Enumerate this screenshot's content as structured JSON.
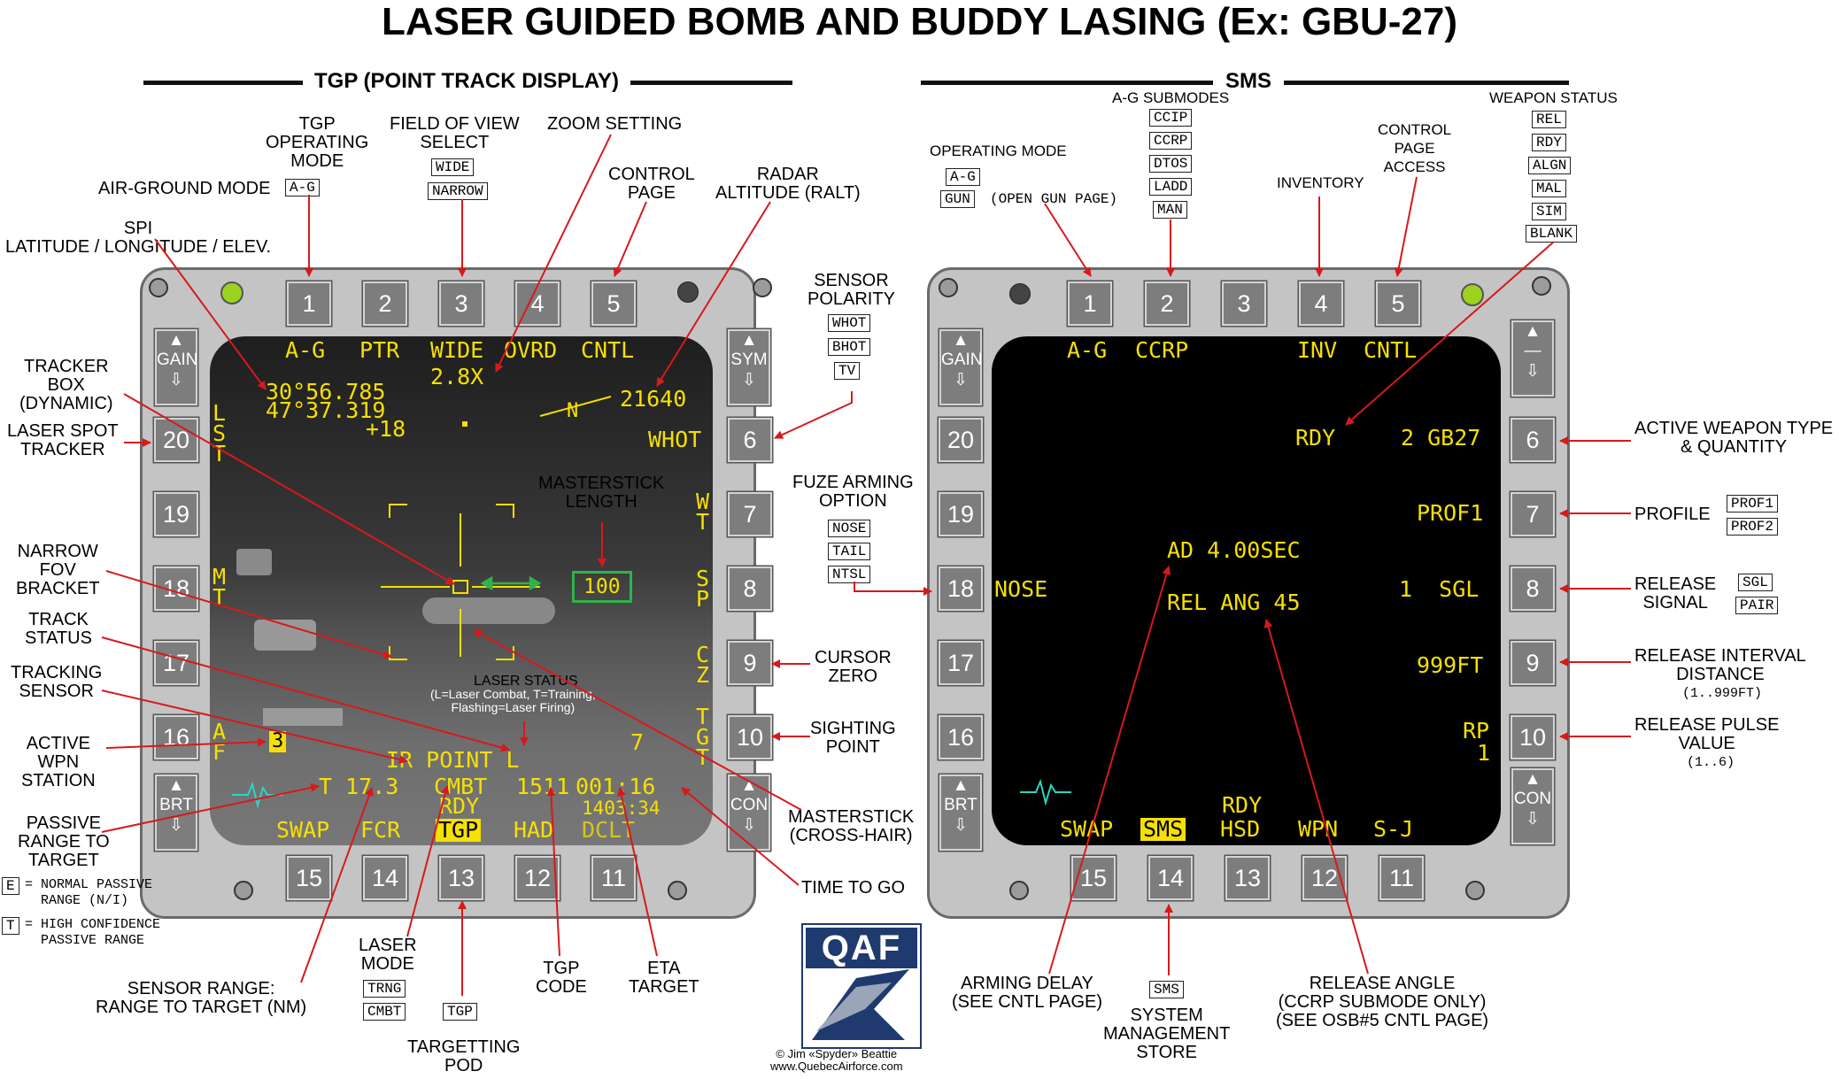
{
  "title": "LASER GUIDED BOMB AND BUDDY LASING (Ex: GBU-27)",
  "sections": {
    "left": "TGP (POINT TRACK DISPLAY)",
    "right": "SMS"
  },
  "osb": {
    "top": [
      "1",
      "2",
      "3",
      "4",
      "5"
    ],
    "right": [
      "6",
      "7",
      "8",
      "9",
      "10"
    ],
    "bottom": [
      "15",
      "14",
      "13",
      "12",
      "11"
    ],
    "left": [
      "20",
      "19",
      "18",
      "17",
      "16"
    ]
  },
  "rockers": {
    "gain": "GAIN",
    "sym": "SYM",
    "brt": "BRT",
    "con": "CON"
  },
  "tgp": {
    "top_mode": "A-G",
    "top_ptr": "PTR",
    "top_fov": "WIDE",
    "top_ovrd": "OVRD",
    "top_cntl": "CNTL",
    "zoom": "2.8X",
    "lat": "30°56.785",
    "lon": "47°37.319",
    "elev": "+18",
    "ralt": "21640",
    "north": "N",
    "polarity": "WHOT",
    "left_lst": "L\nS\nT",
    "left_mt": "M\nT",
    "left_af": "A\nF",
    "right_wt": "W\nT",
    "right_sp": "S\nP",
    "right_cz": "C\nZ",
    "right_tgt": "T\nG\nT",
    "masterstick": "100",
    "wpn_station": "3",
    "status_line": "IR POINT L",
    "seven": "7",
    "range": "T 17.3",
    "laser_mode": "CMBT",
    "rdy": "RDY",
    "code": "1511",
    "eta": "001:16",
    "ttg": "1403:34",
    "bottom": [
      "SWAP",
      "FCR",
      "TGP",
      "HAD",
      "DCLT"
    ]
  },
  "sms": {
    "top_mode": "A-G",
    "submode": "CCRP",
    "inv": "INV",
    "cntl": "CNTL",
    "status": "RDY",
    "weapon": "2 GB27",
    "profile": "PROF1",
    "arm_delay": "AD 4.00SEC",
    "rel_ang": "REL ANG 45",
    "nose": "NOSE",
    "signal": "1  SGL",
    "interval": "999FT",
    "rp": "RP",
    "rp_val": "1",
    "bottom_rdy": "RDY",
    "bottom": [
      "SWAP",
      "SMS",
      "HSD",
      "WPN",
      "S-J"
    ]
  },
  "labels_left": {
    "tgp_mode": "TGP\nOPERATING\nMODE",
    "ag_mode": "AIR-GROUND MODE",
    "fov": "FIELD OF VIEW\nSELECT",
    "zoom": "ZOOM SETTING",
    "control_page": "CONTROL\nPAGE",
    "radar_alt": "RADAR\nALTITUDE (RALT)",
    "spi": "SPI\nLATITUDE / LONGITUDE / ELEV.",
    "tracker_box": "TRACKER\nBOX\n(DYNAMIC)",
    "laser_spot": "LASER SPOT\nTRACKER",
    "masterstick_len": "MASTERSTICK\nLENGTH",
    "narrow_fov": "NARROW\nFOV\nBRACKET",
    "track_status": "TRACK\nSTATUS",
    "tracking_sensor": "TRACKING\nSENSOR",
    "laser_status": "LASER STATUS",
    "laser_status_desc": "(L=Laser Combat, T=Training,\nFlashing=Laser Firing)",
    "active_wpn": "ACTIVE\nWPN\nSTATION",
    "passive_range": "PASSIVE\nRANGE TO\nTARGET",
    "e_text": "= NORMAL PASSIVE\n  RANGE (N/I)",
    "t_text": "= HIGH CONFIDENCE\n  PASSIVE RANGE",
    "sensor_polarity": "SENSOR\nPOLARITY",
    "cursor_zero": "CURSOR\nZERO",
    "sighting_point": "SIGHTING\nPOINT",
    "masterstick_ch": "MASTERSTICK\n(CROSS-HAIR)",
    "time_to_go": "TIME TO GO",
    "sensor_range": "SENSOR RANGE:\nRANGE TO TARGET (NM)",
    "laser_mode": "LASER\nMODE",
    "targetting_pod": "TARGETTING\nPOD",
    "tgp_code": "TGP\nCODE",
    "eta_target": "ETA\nTARGET"
  },
  "boxes_left": {
    "ag": "A-G",
    "wide": "WIDE",
    "narrow": "NARROW",
    "whot": "WHOT",
    "bhot": "BHOT",
    "tv": "TV",
    "e": "E",
    "t": "T",
    "trng": "TRNG",
    "cmbt": "CMBT",
    "tgp": "TGP"
  },
  "labels_right": {
    "operating_mode": "OPERATING MODE",
    "open_gun": "(OPEN GUN PAGE)",
    "ag_submodes": "A-G SUBMODES",
    "inventory": "INVENTORY",
    "control_access": "CONTROL\nPAGE\nACCESS",
    "weapon_status": "WEAPON STATUS",
    "fuze": "FUZE ARMING\nOPTION",
    "active_weapon": "ACTIVE WEAPON TYPE\n& QUANTITY",
    "profile": "PROFILE",
    "release_signal": "RELEASE\nSIGNAL",
    "release_interval": "RELEASE INTERVAL\nDISTANCE",
    "interval_range": "(1..999FT)",
    "release_pulse": "RELEASE PULSE\nVALUE",
    "pulse_range": "(1..6)",
    "arming_delay": "ARMING DELAY\n(SEE CNTL PAGE)",
    "system_store": "SYSTEM\nMANAGEMENT\nSTORE",
    "release_angle": "RELEASE ANGLE\n(CCRP SUBMODE ONLY)\n(SEE OSB#5 CNTL PAGE)"
  },
  "boxes_right": {
    "ag": "A-G",
    "gun": "GUN",
    "ccip": "CCIP",
    "ccrp": "CCRP",
    "dtos": "DTOS",
    "ladd": "LADD",
    "man": "MAN",
    "rel": "REL",
    "rdy": "RDY",
    "algn": "ALGN",
    "mal": "MAL",
    "sim": "SIM",
    "blank": "BLANK",
    "nose": "NOSE",
    "tail": "TAIL",
    "ntsl": "NTSL",
    "prof1": "PROF1",
    "prof2": "PROF2",
    "sgl": "SGL",
    "pair": "PAIR",
    "sms": "SMS"
  },
  "logo": "QAF",
  "credit": "© Jim «Spyder» Beattie\nwww.QuebecAirforce.com",
  "colors": {
    "symbology": "#f5e000",
    "arrows": "#d7191c",
    "masterstick_box": "#2fb34a",
    "led": "#9ad21e"
  }
}
